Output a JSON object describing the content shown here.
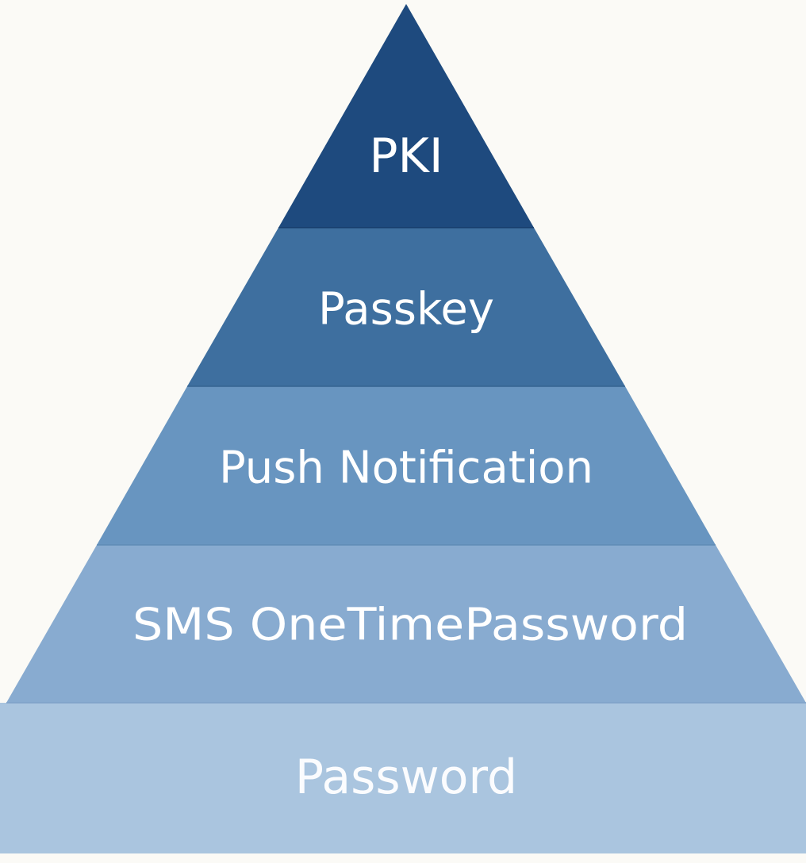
{
  "diagram": {
    "type": "pyramid",
    "levels": [
      {
        "label": "PKI",
        "color": "#1e4a7e"
      },
      {
        "label": "Passkey",
        "color": "#3e6f9f"
      },
      {
        "label": "Push Notification",
        "color": "#6895c0"
      },
      {
        "label": "SMS OneTimePassword",
        "color": "#88abd0"
      },
      {
        "label": "Password",
        "color": "#aac5df"
      }
    ]
  }
}
